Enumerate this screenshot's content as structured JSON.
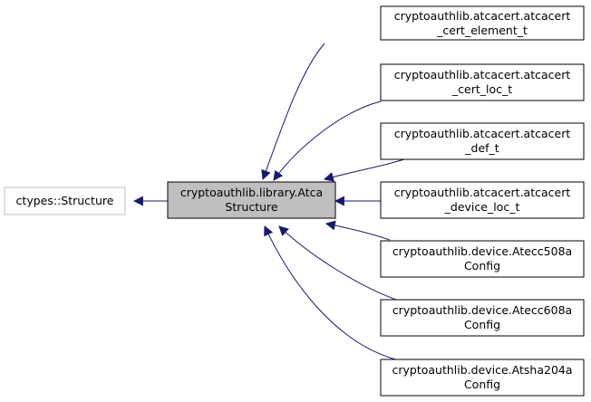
{
  "diagram": {
    "colors": {
      "edge": "#191970",
      "box_border": "#000000",
      "external_border": "#bfbfbf",
      "focus_fill": "#bfbfbf",
      "background": "#ffffff"
    },
    "external_node": {
      "label": "ctypes::Structure"
    },
    "focus_node": {
      "lines": [
        "cryptoauthlib.library.Atca",
        "Structure"
      ]
    },
    "children": [
      {
        "lines": [
          "cryptoauthlib.atcacert.atcacert",
          "_cert_element_t"
        ]
      },
      {
        "lines": [
          "cryptoauthlib.atcacert.atcacert",
          "_cert_loc_t"
        ]
      },
      {
        "lines": [
          "cryptoauthlib.atcacert.atcacert",
          "_def_t"
        ]
      },
      {
        "lines": [
          "cryptoauthlib.atcacert.atcacert",
          "_device_loc_t"
        ]
      },
      {
        "lines": [
          "cryptoauthlib.device.Atecc508a",
          "Config"
        ]
      },
      {
        "lines": [
          "cryptoauthlib.device.Atecc608a",
          "Config"
        ]
      },
      {
        "lines": [
          "cryptoauthlib.device.Atsha204a",
          "Config"
        ]
      }
    ]
  }
}
